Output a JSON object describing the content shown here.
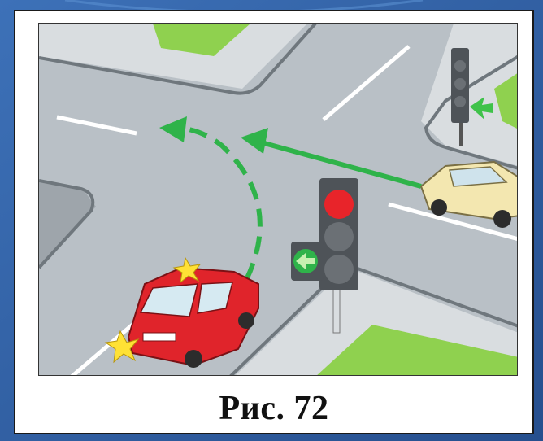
{
  "figure": {
    "caption": "Рис. 72"
  },
  "scene": {
    "traffic_light_main": {
      "active_signals": [
        "red",
        "green-arrow-left"
      ]
    },
    "traffic_light_far": {
      "active_signals": [
        "green-arrow-left"
      ]
    },
    "vehicles": [
      "red-car",
      "beige-car"
    ],
    "paths": [
      "green-solid-arrow-left",
      "green-dashed-arrow-left-turn"
    ]
  },
  "colors": {
    "road": "#b9c0c6",
    "grass": "#8fd14f",
    "path_green": "#2fb34a",
    "red_car": "#e0242b",
    "beige_car": "#f3e7b0",
    "background": "#2f5fa6"
  }
}
